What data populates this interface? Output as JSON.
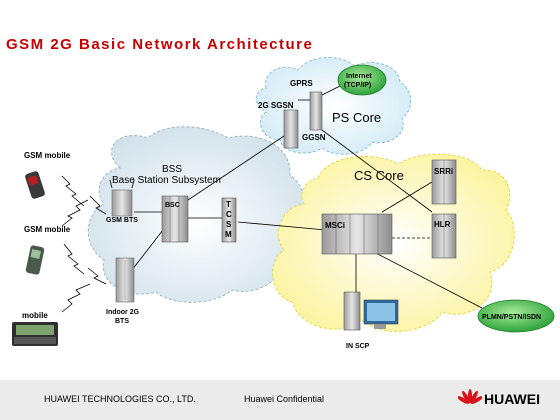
{
  "title": "GSM 2G Basic Network Architecture",
  "diagram": {
    "mobiles": [
      "GSM mobile",
      "GSM mobile",
      "mobile"
    ],
    "bts": "GSM BTS",
    "indoor_bts": [
      "Indoor 2G",
      "BTS"
    ],
    "bsc": "BSC",
    "tcsm": [
      "T",
      "C",
      "S",
      "M"
    ],
    "bss_title": "BSS",
    "bss_subtitle": "Base Station Subsystem",
    "gprs": "GPRS",
    "sgsn": "2G SGSN",
    "ggsn": "GGSN",
    "internet": [
      "Internet",
      "(TCP/IP)"
    ],
    "ps_core": "PS Core",
    "cs_core": "CS Core",
    "msc": "MSCi",
    "srr": "SRRi",
    "hlr": "HLR",
    "pstn": "PLMN/PSTN/ISDN",
    "in_scp": "IN SCP"
  },
  "footer": {
    "company": "HUAWEI TECHNOLOGIES CO., LTD.",
    "confidential": "Huawei Confidential",
    "brand": "HUAWEI"
  },
  "colors": {
    "title": "#c80000",
    "bss_cloud": "#dfeaf2",
    "cs_cloud": "#fdf7c0",
    "ps_cloud": "#e4f2f9",
    "green_node": "#4fc25a",
    "logo": "#d8141b"
  }
}
